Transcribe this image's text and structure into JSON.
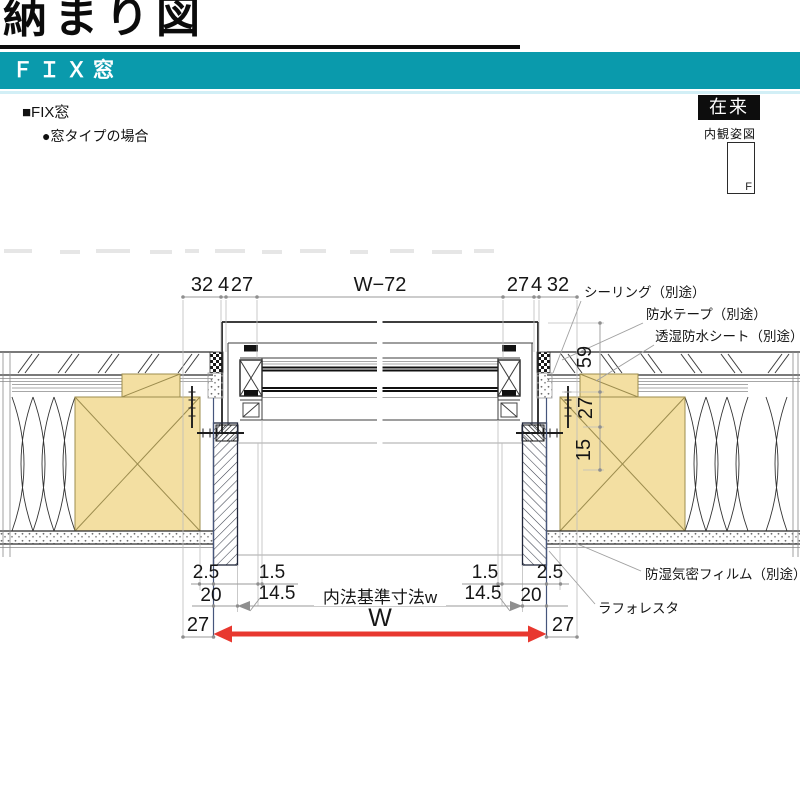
{
  "page": {
    "title": "納まり図"
  },
  "section": {
    "label": "ＦＩＸ窓"
  },
  "notes": {
    "item": "■FIX窓",
    "case": "●窓タイプの場合"
  },
  "badge": {
    "label": "在来",
    "caption": "内観姿図",
    "window_mark": "F"
  },
  "colors": {
    "accent_teal": "#0a9aac",
    "arrow_red": "#e8382f",
    "wood_fill": "#f3dfa2"
  },
  "drawing": {
    "dims_top": {
      "v1": "32",
      "v2": "4",
      "v3": "27",
      "center": "W−72",
      "v4": "27",
      "v5": "4",
      "v6": "32"
    },
    "dims_right": {
      "v1": "59",
      "v2": "27",
      "v3": "15"
    },
    "dims_bottom": {
      "r1a": "2.5",
      "r1b": "1.5",
      "r1c": "1.5",
      "r1d": "2.5",
      "r2a": "20",
      "r2b": "14.5",
      "label": "内法基準寸法w",
      "r2c": "14.5",
      "r2d": "20",
      "r3a": "27",
      "w": "W",
      "r3b": "27"
    },
    "callouts": {
      "sealing": "シーリング（別途）",
      "tape": "防水テープ（別途）",
      "sheet": "透湿防水シート（別途）",
      "film": "防湿気密フィルム（別途）",
      "trim": "ラフォレスタ"
    }
  }
}
